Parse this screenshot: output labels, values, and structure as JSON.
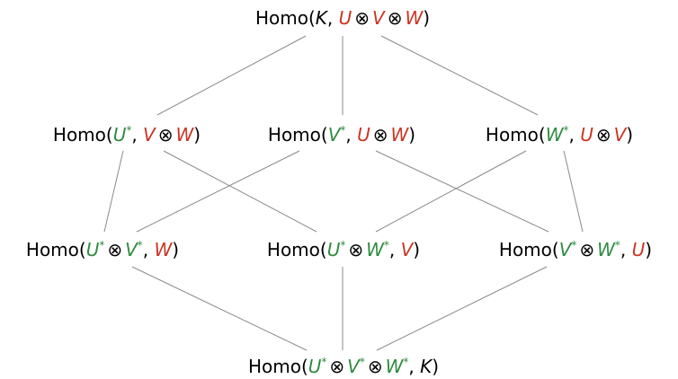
{
  "colors": {
    "red": "#cc3322",
    "green": "#2e8b3e",
    "black": "#000000",
    "edge": "#8a8a8a"
  },
  "operator": "⊗",
  "star": "*",
  "nodes": [
    {
      "id": "top",
      "parts": [
        {
          "t": "Homo(",
          "c": "black"
        },
        {
          "t": "K",
          "c": "black",
          "i": true
        },
        {
          "t": ", ",
          "c": "black"
        },
        {
          "t": "U",
          "c": "red",
          "i": true
        },
        {
          "t": "⊗",
          "c": "black",
          "op": true
        },
        {
          "t": "V",
          "c": "red",
          "i": true
        },
        {
          "t": "⊗",
          "c": "black",
          "op": true
        },
        {
          "t": "W",
          "c": "red",
          "i": true
        },
        {
          "t": ")",
          "c": "black"
        }
      ]
    },
    {
      "id": "m1a",
      "parts": [
        {
          "t": "Homo(",
          "c": "black"
        },
        {
          "t": "U",
          "c": "green",
          "i": true,
          "s": true
        },
        {
          "t": ", ",
          "c": "black"
        },
        {
          "t": "V",
          "c": "red",
          "i": true
        },
        {
          "t": "⊗",
          "c": "black",
          "op": true
        },
        {
          "t": "W",
          "c": "red",
          "i": true
        },
        {
          "t": ")",
          "c": "black"
        }
      ]
    },
    {
      "id": "m1b",
      "parts": [
        {
          "t": "Homo(",
          "c": "black"
        },
        {
          "t": "V",
          "c": "green",
          "i": true,
          "s": true
        },
        {
          "t": ", ",
          "c": "black"
        },
        {
          "t": "U",
          "c": "red",
          "i": true
        },
        {
          "t": "⊗",
          "c": "black",
          "op": true
        },
        {
          "t": "W",
          "c": "red",
          "i": true
        },
        {
          "t": ")",
          "c": "black"
        }
      ]
    },
    {
      "id": "m1c",
      "parts": [
        {
          "t": "Homo(",
          "c": "black"
        },
        {
          "t": "W",
          "c": "green",
          "i": true,
          "s": true
        },
        {
          "t": ", ",
          "c": "black"
        },
        {
          "t": "U",
          "c": "red",
          "i": true
        },
        {
          "t": "⊗",
          "c": "black",
          "op": true
        },
        {
          "t": "V",
          "c": "red",
          "i": true
        },
        {
          "t": ")",
          "c": "black"
        }
      ]
    },
    {
      "id": "m2a",
      "parts": [
        {
          "t": "Homo(",
          "c": "black"
        },
        {
          "t": "U",
          "c": "green",
          "i": true,
          "s": true
        },
        {
          "t": "⊗",
          "c": "black",
          "op": true
        },
        {
          "t": "V",
          "c": "green",
          "i": true,
          "s": true
        },
        {
          "t": ", ",
          "c": "black"
        },
        {
          "t": "W",
          "c": "red",
          "i": true
        },
        {
          "t": ")",
          "c": "black"
        }
      ]
    },
    {
      "id": "m2b",
      "parts": [
        {
          "t": "Homo(",
          "c": "black"
        },
        {
          "t": "U",
          "c": "green",
          "i": true,
          "s": true
        },
        {
          "t": "⊗",
          "c": "black",
          "op": true
        },
        {
          "t": "W",
          "c": "green",
          "i": true,
          "s": true
        },
        {
          "t": ", ",
          "c": "black"
        },
        {
          "t": "V",
          "c": "red",
          "i": true
        },
        {
          "t": ")",
          "c": "black"
        }
      ]
    },
    {
      "id": "m2c",
      "parts": [
        {
          "t": "Homo(",
          "c": "black"
        },
        {
          "t": "V",
          "c": "green",
          "i": true,
          "s": true
        },
        {
          "t": "⊗",
          "c": "black",
          "op": true
        },
        {
          "t": "W",
          "c": "green",
          "i": true,
          "s": true
        },
        {
          "t": ", ",
          "c": "black"
        },
        {
          "t": "U",
          "c": "red",
          "i": true
        },
        {
          "t": ")",
          "c": "black"
        }
      ]
    },
    {
      "id": "bottom",
      "parts": [
        {
          "t": "Homo(",
          "c": "black"
        },
        {
          "t": "U",
          "c": "green",
          "i": true,
          "s": true
        },
        {
          "t": "⊗",
          "c": "black",
          "op": true
        },
        {
          "t": "V",
          "c": "green",
          "i": true,
          "s": true
        },
        {
          "t": "⊗",
          "c": "black",
          "op": true
        },
        {
          "t": "W",
          "c": "green",
          "i": true,
          "s": true
        },
        {
          "t": ", ",
          "c": "black"
        },
        {
          "t": "K",
          "c": "black",
          "i": true
        },
        {
          "t": ")",
          "c": "black"
        }
      ]
    }
  ],
  "edges": [
    [
      "top",
      "m1a"
    ],
    [
      "top",
      "m1b"
    ],
    [
      "top",
      "m1c"
    ],
    [
      "m1a",
      "m2a"
    ],
    [
      "m1a",
      "m2b"
    ],
    [
      "m1b",
      "m2a"
    ],
    [
      "m1b",
      "m2c"
    ],
    [
      "m1c",
      "m2b"
    ],
    [
      "m1c",
      "m2c"
    ],
    [
      "m2a",
      "bottom"
    ],
    [
      "m2b",
      "bottom"
    ],
    [
      "m2c",
      "bottom"
    ]
  ]
}
